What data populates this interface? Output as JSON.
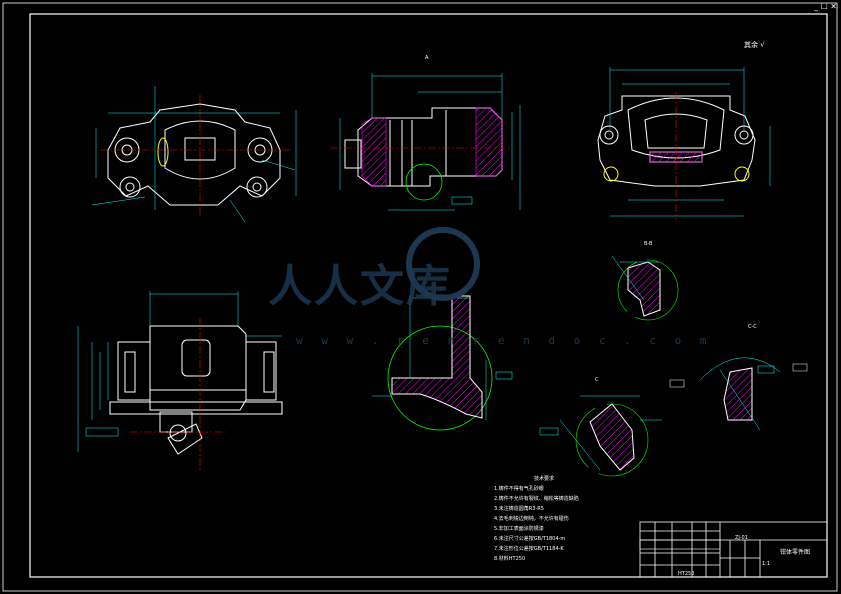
{
  "watermark": {
    "text": "人人文库",
    "url": "w w w . r e n r e n d o c . c o m"
  },
  "window_controls": {
    "label": "_ ☐ ✕"
  },
  "labels": {
    "view_b": "B-B",
    "view_c": "C-C",
    "section_mark": "C",
    "surface_mark": "其余 √",
    "top_center": "A"
  },
  "tech_notes": {
    "heading": "技术要求",
    "lines": [
      "1.铸件不得有气孔砂眼",
      "2.铸件不允许有裂纹、缩松等铸造缺陷",
      "3.未注铸造圆角R3-R5",
      "4.去毛刺锐边倒钝，不允许有碰伤",
      "5.非加工表面涂防锈漆",
      "6.未注尺寸公差按GB/T1804-m",
      "7.未注形位公差按GB/T1184-K",
      "8.材料HT250"
    ]
  },
  "title_block": {
    "part_name": "钳体零件图",
    "drawing_no": "ZJ-01",
    "material": "HT250",
    "scale": "1:1"
  },
  "colors": {
    "background": "#000000",
    "outline": "#ffffff",
    "dimension": "#00ffff",
    "center": "#ff0000",
    "hatch": "#ff00ff",
    "detail_circle": "#00ff00",
    "watermark": "#1c3850"
  }
}
